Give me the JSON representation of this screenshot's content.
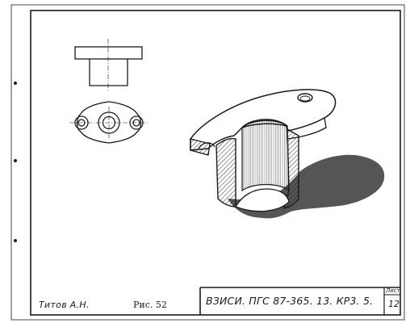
{
  "title_block": {
    "author": "Титов А.Н.",
    "figure_label": "Рис. 52",
    "document_code": "ВЗИСИ. ПГС 87-365. 13. КР3. 5.",
    "sheet_label": "Лист",
    "sheet_number": "12"
  },
  "colors": {
    "ink": "#1a1a1a",
    "shadow": "#555555",
    "paper": "#ffffff"
  }
}
